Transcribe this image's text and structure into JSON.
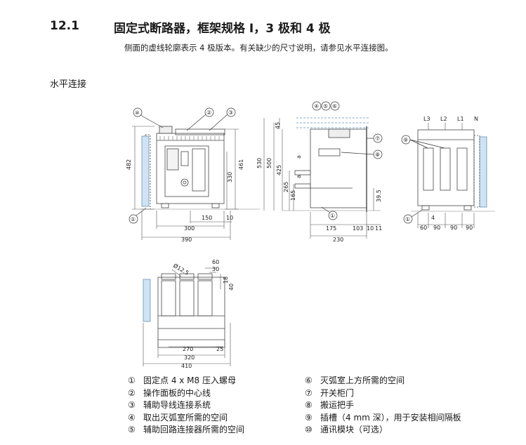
{
  "section": {
    "number": "12.1",
    "title": "固定式断路器，框架规格 I，3 极和 4 极",
    "subtitle": "侧面的虚线轮廓表示 4 极版本。有关缺少的尺寸说明，请参见水平连接图。"
  },
  "subheading": "水平连接",
  "front_view": {
    "callouts": [
      "⑩",
      "②",
      "③",
      "①"
    ],
    "dims": {
      "h482": "482",
      "h461": "461",
      "h330": "330",
      "w150": "150",
      "w10": "10",
      "w300": "300",
      "w390": "390"
    }
  },
  "side_view": {
    "callouts": [
      "④",
      "⑤",
      "⑥",
      "⑦",
      "⑧",
      "①"
    ],
    "dims": {
      "h530": "530",
      "h500": "500",
      "h45": "45",
      "h425": "425",
      "h265": "265",
      "h165": "165",
      "ha1": "a",
      "ha2": "a",
      "h39_5": "39.5",
      "w175": "175",
      "w103": "103",
      "w10": "10",
      "w11": "11",
      "w230": "230"
    }
  },
  "rear_view": {
    "phase_labels": [
      "L3",
      "L2",
      "L1",
      "N"
    ],
    "callouts": [
      "⑨",
      "①"
    ],
    "dims": {
      "w4": "4",
      "w60": "60",
      "w90a": "90",
      "w90b": "90",
      "w90c": "90"
    }
  },
  "top_view": {
    "dims": {
      "d12_5": "Ø12.5",
      "w60": "60",
      "w30": "30",
      "h18": "18",
      "h40": "40",
      "w270": "270",
      "w25": "25",
      "w320": "320",
      "w410": "410"
    }
  },
  "legend_left": [
    {
      "mark": "①",
      "text": "固定点 4 x M8 压入螺母"
    },
    {
      "mark": "②",
      "text": "操作面板的中心线"
    },
    {
      "mark": "③",
      "text": "辅助导线连接系统"
    },
    {
      "mark": "④",
      "text": "取出灭弧室所需的空间"
    },
    {
      "mark": "⑤",
      "text": "辅助回路连接器所需的空间"
    }
  ],
  "legend_right": [
    {
      "mark": "⑥",
      "text": "灭弧室上方所需的空间"
    },
    {
      "mark": "⑦",
      "text": "开关柜门"
    },
    {
      "mark": "⑧",
      "text": "搬运把手"
    },
    {
      "mark": "⑨",
      "text": "插槽（4 mm 深），用于安装相间隔板"
    },
    {
      "mark": "⑩",
      "text": "通讯模块（可选）"
    }
  ]
}
